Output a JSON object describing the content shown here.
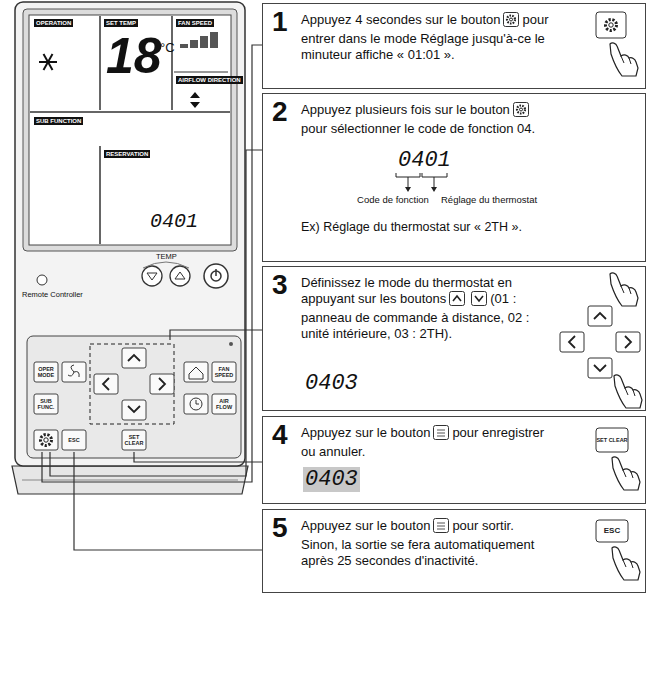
{
  "diagram": {
    "nodes": [
      {
        "text": [
          "1",
          "Appuyez 4 secondes sur le bouton",
          "pour entrer dans le mode Réglage jusqu'à-ce le minuteur affiche « 01:01 »."
        ]
      },
      {
        "text": [
          "2",
          "Appuyez plusieurs fois sur le bouton",
          "pour sélectionner le code de fonction 04.",
          "0401",
          "Code de fonction",
          "Réglage du thermostat",
          "Ex) Réglage du thermostat sur « 2TH »."
        ]
      },
      {
        "text": [
          "3",
          "Définissez le mode du thermostat en appuyant sur les boutons",
          "(01 : panneau de commande à distance, 02 : unité intérieure, 03 : 2TH).",
          "0403"
        ]
      },
      {
        "text": [
          "4",
          "Appuyez sur le bouton",
          "pour enregistrer ou annuler.",
          "0403"
        ]
      },
      {
        "text": [
          "5",
          "Appuyez sur le bouton",
          "pour sortir. Sinon, la sortie se fera automatiquement après 25 secondes d'inactivité."
        ]
      }
    ],
    "labels": [
      "OPERATION",
      "SET TEMP",
      "FAN SPEED",
      "18",
      "°C",
      "AIRFLOW DIRECTION",
      "SUB FUNCTION",
      "RESERVATION",
      "0401",
      "TEMP",
      "Remote Controller",
      "OPER MODE",
      "FAN SPEED",
      "SUB FUNC.",
      "AIR FLOW",
      "ESC",
      "SET CLEAR",
      "SET CLEAR",
      "ESC"
    ]
  }
}
